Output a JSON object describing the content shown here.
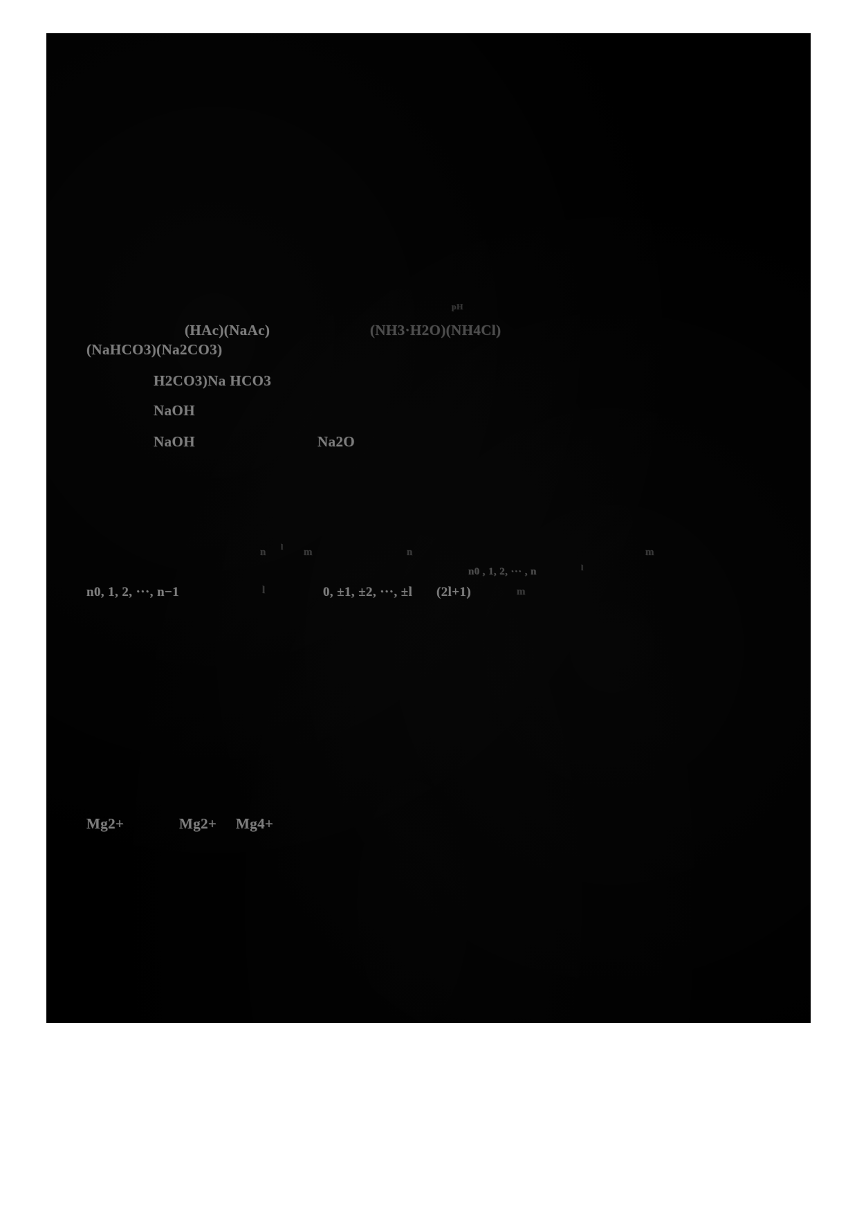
{
  "document": {
    "kind": "scanned-page",
    "page_background_color": "#ffffff",
    "scan_background_color": "#000000",
    "text_color": "#9a9a9a"
  },
  "fragments": {
    "buffer_row_label": "pH",
    "buffer_pair_acetate": "(HAc)(NaAc)",
    "buffer_pair_ammonia": "(NH3·H2O)(NH4Cl)",
    "buffer_pair_carbonate": "(NaHCO3)(Na2CO3)",
    "acid_pair_carbonic": "H2CO3)Na HCO3",
    "base_hydroxide_1": "NaOH",
    "base_hydroxide_2": "NaOH",
    "oxide_sodium": "Na2O",
    "quantum_mark_a": "n",
    "quantum_mark_b": "l",
    "quantum_mark_c": "m",
    "quantum_mark_d": "n",
    "quantum_mark_e": "m",
    "quantum_series": "n0, 1, 2, ···, n−1",
    "quantum_mark_f": "l",
    "quantum_values": "0, ±1, ±2, ···, ±l",
    "quantum_count": "(2l+1)",
    "quantum_mark_g": "m",
    "orbital_expression": "n0 , 1, 2, ··· , n",
    "orbital_mark": "l",
    "ion_mg_2plus_a": "Mg2+",
    "ion_mg_2plus_b": "Mg2+",
    "ion_mg_4plus": "Mg4+"
  }
}
